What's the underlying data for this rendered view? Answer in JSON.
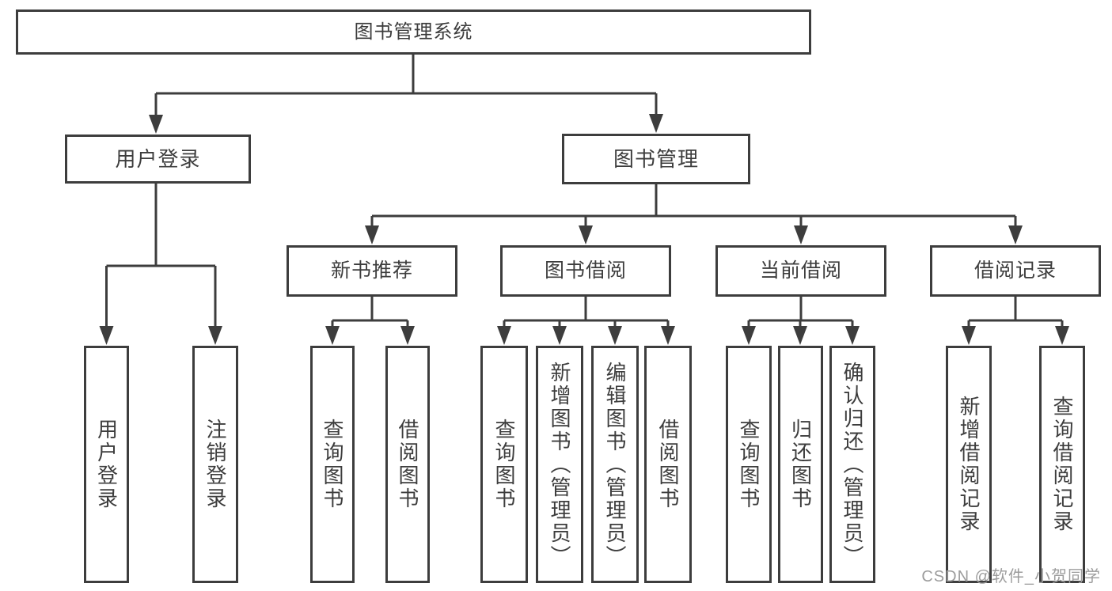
{
  "diagram": {
    "root": {
      "label": "图书管理系统"
    },
    "branches": [
      {
        "label": "用户登录",
        "children": [
          {
            "label": "用户登录"
          },
          {
            "label": "注销登录"
          }
        ]
      },
      {
        "label": "图书管理",
        "children": [
          {
            "label": "新书推荐",
            "children": [
              {
                "label": "查询图书"
              },
              {
                "label": "借阅图书"
              }
            ]
          },
          {
            "label": "图书借阅",
            "children": [
              {
                "label": "查询图书"
              },
              {
                "label": "新增图书（管理员）"
              },
              {
                "label": "编辑图书（管理员）"
              },
              {
                "label": "借阅图书"
              }
            ]
          },
          {
            "label": "当前借阅",
            "children": [
              {
                "label": "查询图书"
              },
              {
                "label": "归还图书"
              },
              {
                "label": "确认归还（管理员）"
              }
            ]
          },
          {
            "label": "借阅记录",
            "children": [
              {
                "label": "新增借阅记录"
              },
              {
                "label": "查询借阅记录"
              }
            ]
          }
        ]
      }
    ]
  },
  "watermark": {
    "text": "CSDN @软件_小贺同学"
  },
  "colors": {
    "line": "#3d3d3d",
    "text": "#3d3d3d",
    "box_fill": "#ffffff",
    "watermark": "#9c9c9c",
    "background": "#ffffff"
  }
}
